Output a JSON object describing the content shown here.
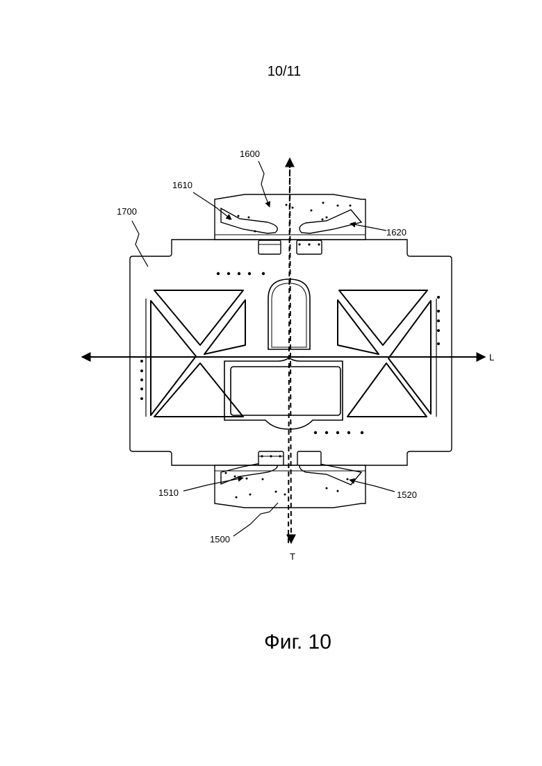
{
  "page": {
    "number": "10/11",
    "caption": "Фиг. 10"
  },
  "labels": {
    "assembly_top": "1600",
    "slot_top_left": "1610",
    "slot_top_right": "1620",
    "plate": "1700",
    "assembly_bottom": "1500",
    "slot_bottom_left": "1510",
    "slot_bottom_right": "1520",
    "axis_longitudinal": "L",
    "axis_transverse": "T"
  }
}
